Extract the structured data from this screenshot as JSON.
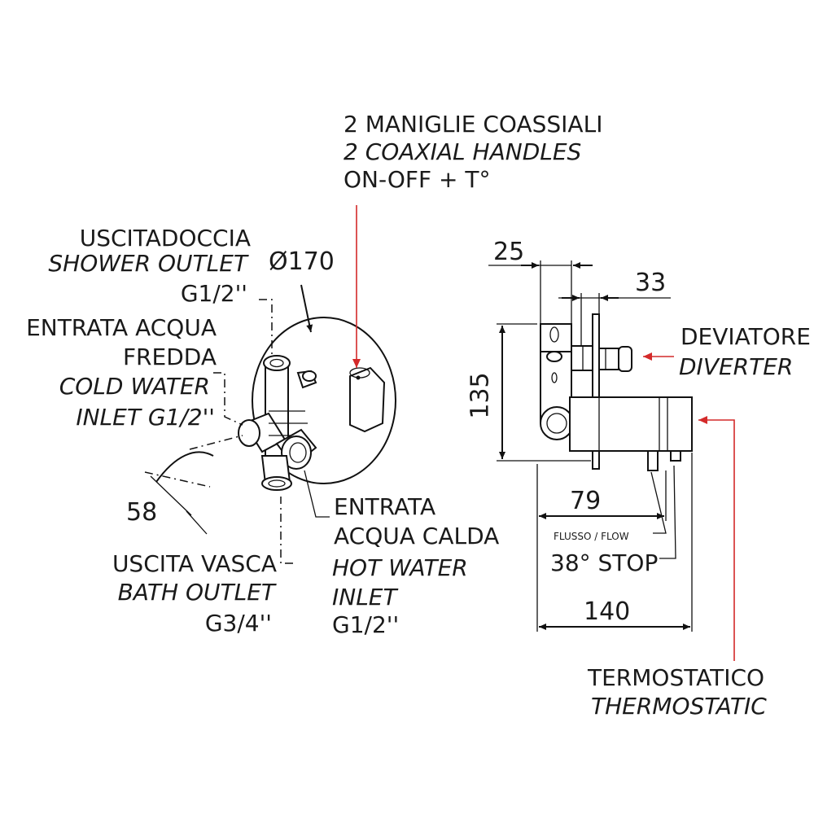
{
  "handles": {
    "it": "2 MANIGLIE COASSIALI",
    "en": "2 COAXIAL HANDLES",
    "func": "ON-OFF + T°"
  },
  "shower_outlet": {
    "it": "USCITADOCCIA",
    "en": "SHOWER OUTLET",
    "thread": "G1/2''"
  },
  "plate_diameter": "Ø170",
  "cold_inlet": {
    "it1": "ENTRATA ACQUA",
    "it2": "FREDDA",
    "en1": "COLD WATER",
    "en2": "INLET  G1/2''"
  },
  "dim_58": "58",
  "hot_inlet": {
    "it1": "ENTRATA",
    "it2": "ACQUA CALDA",
    "en1": "HOT WATER",
    "en2": "INLET",
    "thread": "G1/2''"
  },
  "bath_outlet": {
    "it": "USCITA VASCA",
    "en": "BATH OUTLET",
    "thread": "G3/4''"
  },
  "side_dims": {
    "d25": "25",
    "d33": "33",
    "d135": "135",
    "d79": "79",
    "d140": "140"
  },
  "diverter": {
    "it": "DEVIATORE",
    "en": "DIVERTER"
  },
  "flow": {
    "label": "FLUSSO / FLOW",
    "stop": "38° STOP"
  },
  "thermostatic": {
    "it": "TERMOSTATICO",
    "en": "THERMOSTATIC"
  },
  "colors": {
    "line": "#111111",
    "callout": "#d42a2a"
  }
}
